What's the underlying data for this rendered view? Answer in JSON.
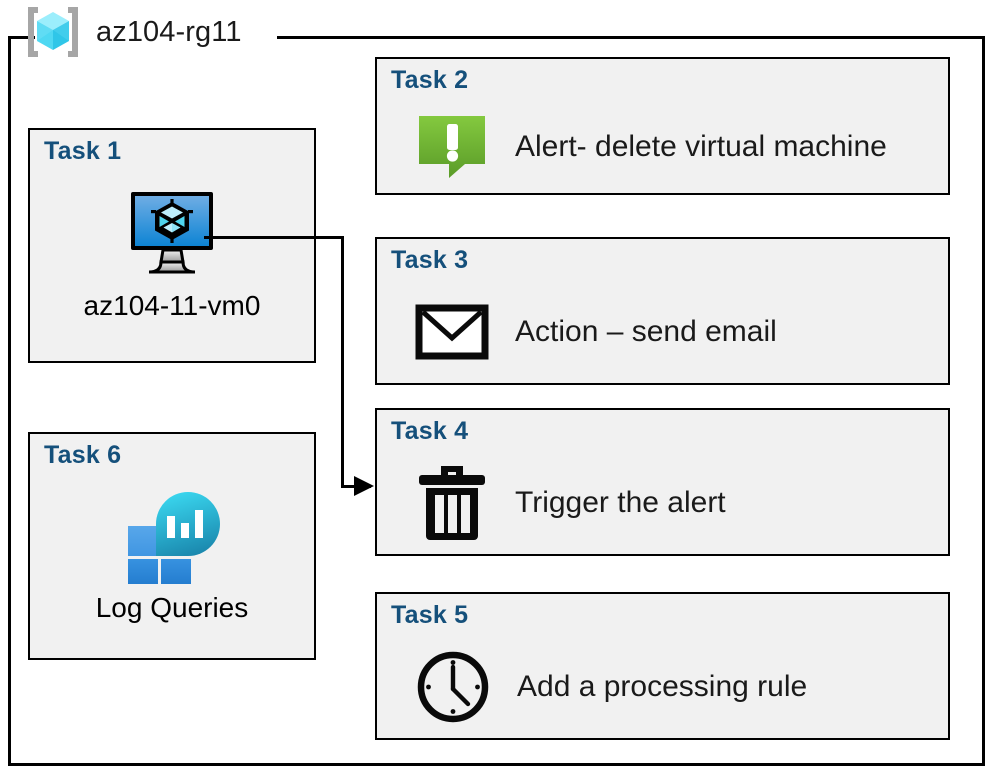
{
  "resource_group": {
    "name": "az104-rg11",
    "icon": "resource-group-cube-icon"
  },
  "colors": {
    "card_fill": "#f1f1f1",
    "card_border": "#000000",
    "task_title": "#15507b",
    "alert_green_light": "#7fc241",
    "alert_green_dark": "#5b9c29",
    "rg_cube_cyan": "#55e0f5",
    "vm_blue_light": "#6aa9e0",
    "vm_blue_dark": "#0f84d2",
    "log_tile_blue": "#2b88d8",
    "log_circle_cyan": "#32d2ec",
    "log_circle_teal": "#1b8fb5"
  },
  "tasks": {
    "task1": {
      "title": "Task 1",
      "label": "az104-11-vm0",
      "icon": "virtual-machine-monitor-icon"
    },
    "task2": {
      "title": "Task 2",
      "label": "Alert- delete virtual machine",
      "icon": "alert-exclamation-bubble-icon"
    },
    "task3": {
      "title": "Task 3",
      "label": "Action – send email",
      "icon": "envelope-icon"
    },
    "task4": {
      "title": "Task 4",
      "label": "Trigger the alert",
      "icon": "trash-can-icon"
    },
    "task5": {
      "title": "Task 5",
      "label": "Add a processing rule",
      "icon": "clock-icon"
    },
    "task6": {
      "title": "Task 6",
      "label": "Log Queries",
      "icon": "log-analytics-icon"
    }
  }
}
